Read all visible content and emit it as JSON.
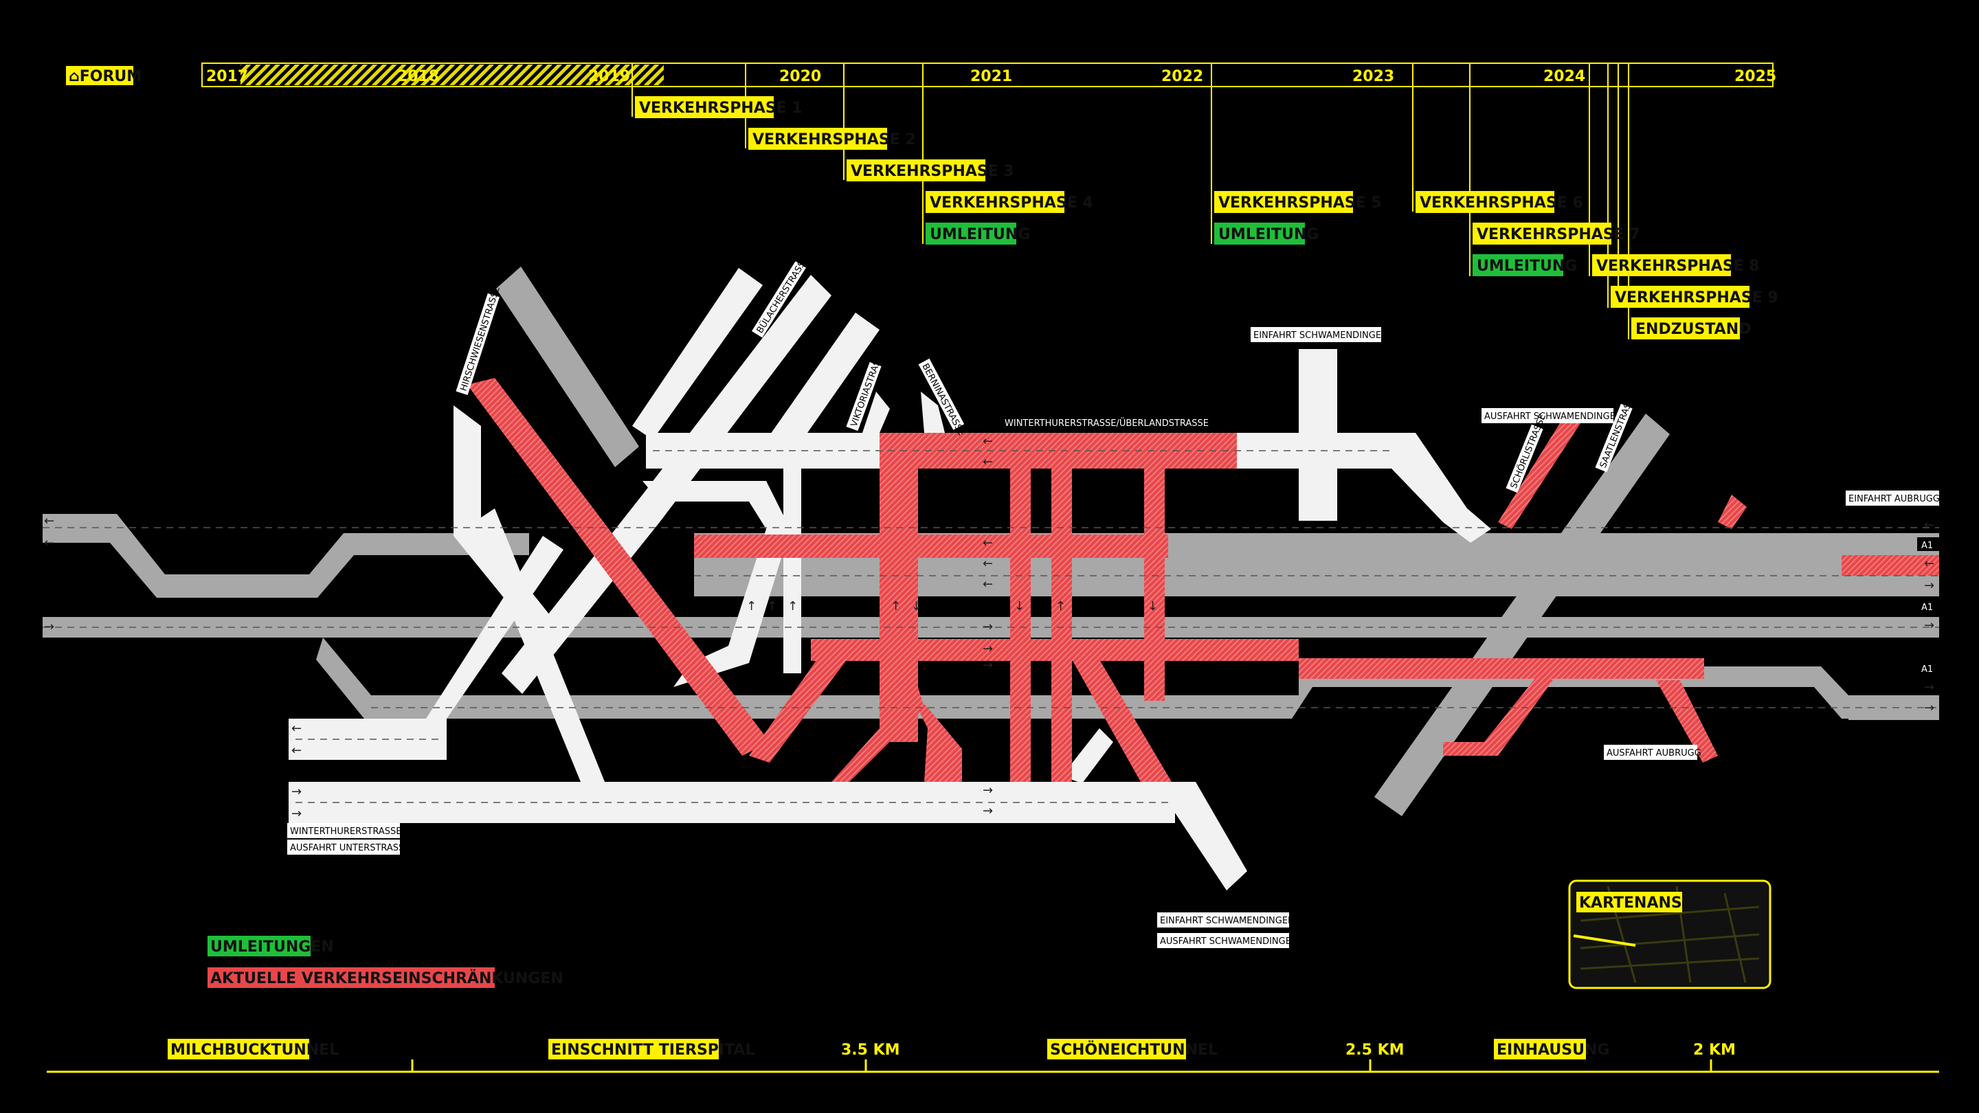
{
  "header": {
    "forum": "⌂FORUM",
    "years": [
      "2017",
      "2018",
      "2019",
      "2020",
      "2021",
      "2022",
      "2023",
      "2024",
      "2025"
    ]
  },
  "phases": [
    {
      "label": "VERKEHRSPHASE 1",
      "type": "phase"
    },
    {
      "label": "VERKEHRSPHASE 2",
      "type": "phase"
    },
    {
      "label": "VERKEHRSPHASE 3",
      "type": "phase"
    },
    {
      "label": "VERKEHRSPHASE 4",
      "type": "phase"
    },
    {
      "label": "UMLEITUNG",
      "type": "detour"
    },
    {
      "label": "VERKEHRSPHASE 5",
      "type": "phase"
    },
    {
      "label": "UMLEITUNG",
      "type": "detour"
    },
    {
      "label": "VERKEHRSPHASE 6",
      "type": "phase"
    },
    {
      "label": "VERKEHRSPHASE 7",
      "type": "phase"
    },
    {
      "label": "UMLEITUNG",
      "type": "detour"
    },
    {
      "label": "VERKEHRSPHASE 8",
      "type": "phase"
    },
    {
      "label": "VERKEHRSPHASE 9",
      "type": "phase"
    },
    {
      "label": "ENDZUSTAND",
      "type": "phase"
    }
  ],
  "roads": {
    "hirschwiesenstrasse": "HIRSCHWIESENSTRASSE",
    "buelacherstrasse": "BÜLACHERSTRASSE",
    "viktoriastrasse": "VIKTORIASTRASSE",
    "bernastrasse": "BERNINASTRASSE",
    "winterthurer_ueberland": "WINTERTHURERSTRASSE/ÜBERLANDSTRASSE",
    "einfahrt_schwamendingen_top": "EINFAHRT SCHWAMENDINGEN",
    "ausfahrt_schwamendingen_top": "AUSFAHRT SCHWAMENDINGEN",
    "schoerlistrasse": "SCHÖRLISTRASSE",
    "saatlenstrasse": "SAATLENSTRASSE",
    "einfahrt_aubrugg": "EINFAHRT AUBRUGG",
    "a1_1": "A1",
    "a1_2": "A1",
    "a1_3": "A1",
    "ausfahrt_aubrugg": "AUSFAHRT AUBRUGG",
    "winterthurerstrasse": "WINTERTHURERSTRASSE",
    "ausfahrt_unterstrass": "AUSFAHRT UNTERSTRASS",
    "einfahrt_schwamendingen_bottom": "EINFAHRT SCHWAMENDINGEN",
    "ausfahrt_schwamendingen_bottom": "AUSFAHRT SCHWAMENDINGEN"
  },
  "legend": {
    "detours": "UMLEITUNGEN",
    "restrictions": "AKTUELLE VERKEHRSEINSCHRÄNKUNGEN"
  },
  "map_button": "KARTENANSICHT",
  "scale": {
    "milchbucktunnel": "MILCHBUCKTUNNEL",
    "einschnitt": "EINSCHNITT TIERSPITAL",
    "km35": "3.5 KM",
    "schoeneichtunnel": "SCHÖNEICHTUNNEL",
    "km25": "2.5 KM",
    "einhausung": "EINHAUSUNG",
    "km2": "2 KM"
  },
  "colors": {
    "background": "#000000",
    "yellow": "#FFF200",
    "green": "#1FBF3A",
    "red": "#E8474A",
    "road_white": "#F2F2F2",
    "road_grey": "#A8A8A8"
  },
  "icons": [
    "home-icon",
    "arrow-left-icon",
    "arrow-right-icon",
    "arrow-up-icon",
    "arrow-down-icon",
    "map-thumbnail-icon"
  ]
}
